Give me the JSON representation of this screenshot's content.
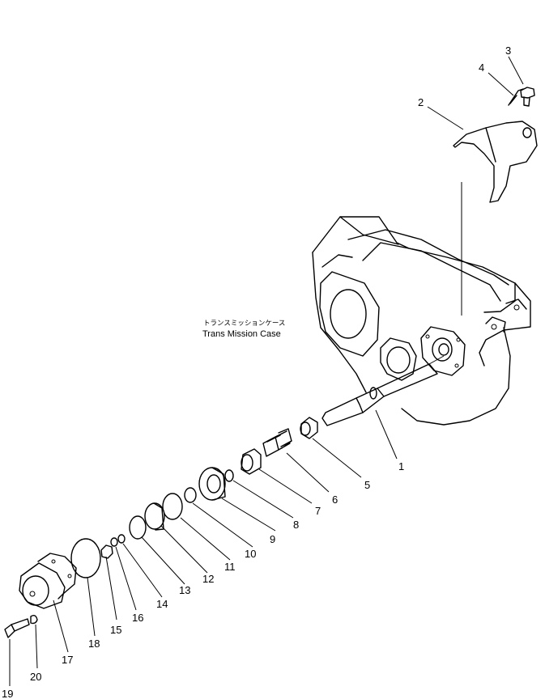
{
  "caption": {
    "japanese": "トランスミッションケース",
    "english": "Trans Mission Case"
  },
  "callouts": [
    "1",
    "2",
    "3",
    "4",
    "5",
    "6",
    "7",
    "8",
    "9",
    "10",
    "11",
    "12",
    "13",
    "14",
    "15",
    "16",
    "17",
    "18",
    "19",
    "20"
  ]
}
